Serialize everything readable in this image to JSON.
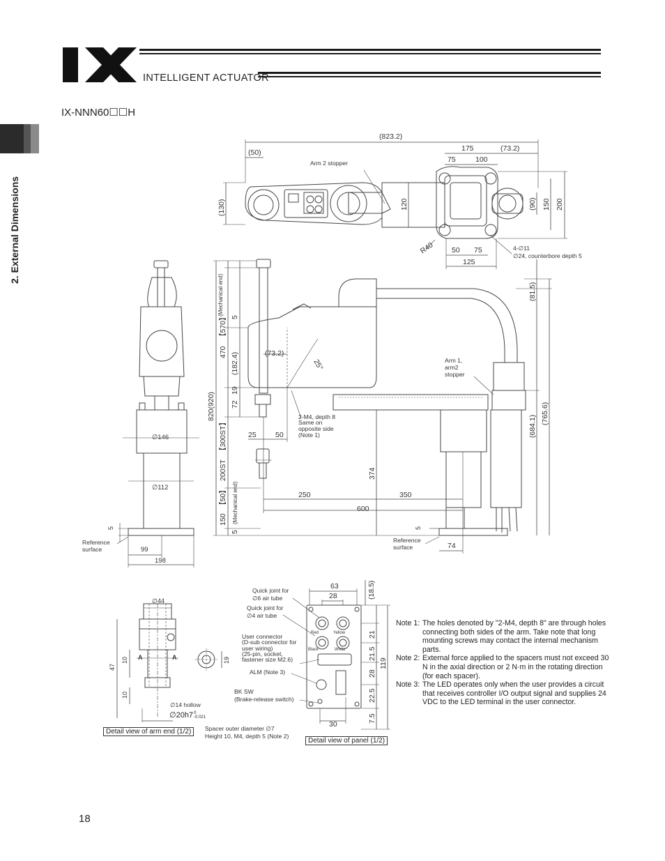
{
  "header": {
    "logo_text": "IX",
    "subtitle": "INTELLIGENT ACTUATOR"
  },
  "sidebar": {
    "section_title": "2. External Dimensions"
  },
  "model_title": "IX-NNN60☐☐H",
  "page_number": "18",
  "top_view": {
    "dims": [
      "(823.2)",
      "(50)",
      "175",
      "(73.2)",
      "75",
      "100",
      "(130)",
      "120",
      "(90)",
      "150",
      "200",
      "R40",
      "50",
      "75",
      "125"
    ],
    "labels": {
      "arm2_stopper": "Arm 2 stopper",
      "mount_holes_1": "4-∅11",
      "mount_holes_2": "∅24, counterbore depth 5"
    }
  },
  "side_view": {
    "dims_vertical": [
      "(Mechanical end)",
      "5",
      "470",
      "【570】",
      "(182.4)",
      "19",
      "72",
      "820(920)",
      "200ST",
      "【300ST】",
      "150",
      "【50】",
      "5",
      "(Mechanical end)",
      "374",
      "(81.5)",
      "(684.1)",
      "(765.6)",
      "5"
    ],
    "dims_horizontal": [
      "(73.2)",
      "25",
      "50",
      "250",
      "350",
      "600",
      "74",
      "25°"
    ],
    "labels": {
      "arm_stopper_1": "Arm 1,",
      "arm_stopper_2": "arm2",
      "arm_stopper_3": "stopper",
      "m4_1": "2-M4, depth 8",
      "m4_2": "Same on",
      "m4_3": "opposite side",
      "m4_4": "(Note 1)",
      "ref_surface_1": "Reference",
      "ref_surface_2": "surface"
    }
  },
  "front_view": {
    "dims": [
      "∅146",
      "∅112",
      "5",
      "99",
      "198"
    ],
    "labels": {
      "ref_surface_1": "Reference",
      "ref_surface_2": "surface"
    }
  },
  "arm_end_detail": {
    "dims": [
      "∅44",
      "47",
      "10",
      "10",
      "19",
      "A",
      "A"
    ],
    "labels": {
      "hollow": "∅14 hollow",
      "tolerance_main": "∅20h7",
      "tolerance_sup": "0",
      "tolerance_sub": "-0.021",
      "spacer_1": "Spacer outer diameter ∅7",
      "spacer_2": "Height 10, M4, depth 5 (Note 2)"
    },
    "title": "Detail view of arm end (1/2)"
  },
  "panel_detail": {
    "dims": [
      "63",
      "28",
      "(18.5)",
      "21",
      "21.5",
      "28",
      "119",
      "22.5",
      "7.5",
      "30"
    ],
    "labels": {
      "qj6_1": "Quick joint for",
      "qj6_2": "∅6 air tube",
      "qj4_1": "Quick joint for",
      "qj4_2": "∅4 air tube",
      "uc_1": "User connector",
      "uc_2": "(D-sub connector for",
      "uc_3": "user wiring)",
      "uc_4": "(25-pin, socket,",
      "uc_5": "fastener size M2.6)",
      "alm": "ALM (Note 3)",
      "bk_1": "BK SW",
      "bk_2": "(Brake-release switch)",
      "red": "Red",
      "yellow": "Yellow",
      "black": "Black",
      "white": "White"
    },
    "title": "Detail view of panel (1/2)"
  },
  "notes": [
    {
      "key": "Note 1:",
      "text": "The holes denoted by \"2-M4, depth 8\" are through holes connecting both sides of the arm. Take note that long mounting screws may contact the internal mechanism parts."
    },
    {
      "key": "Note 2:",
      "text": "External force applied to the spacers must not exceed 30 N in the axial direction or 2 N·m in the rotating direction (for each spacer)."
    },
    {
      "key": "Note 3:",
      "text": "The LED operates only when the user provides a circuit that receives controller I/O output signal and supplies 24 VDC to the LED terminal in the user connector."
    }
  ]
}
